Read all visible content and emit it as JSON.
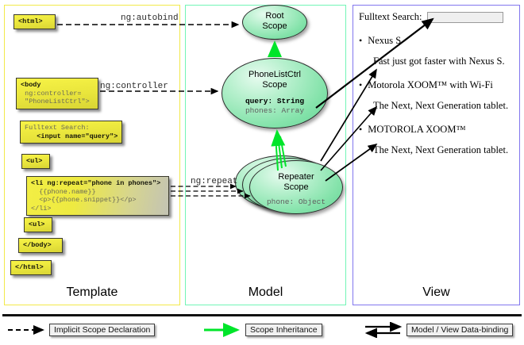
{
  "columns": [
    {
      "id": "template",
      "label": "Template",
      "accent": "#f2e94a"
    },
    {
      "id": "model",
      "label": "Model",
      "accent": "#72f5b6"
    },
    {
      "id": "view",
      "label": "View",
      "accent": "#8276ee"
    }
  ],
  "template": {
    "boxes": [
      {
        "name": "html-open-box",
        "head": "<html>",
        "rest": ""
      },
      {
        "name": "body-open-box",
        "head": "<body",
        "rest": "\n ng:controller=\n \"PhoneListCtrl\">"
      },
      {
        "name": "fulltext-search-box",
        "head": "",
        "rest": "Fulltext Search:",
        "bold2": "   <input name=\"query\">"
      },
      {
        "name": "ul-open-box",
        "head": "<ul>",
        "rest": ""
      },
      {
        "name": "li-repeat-box",
        "head": "<li ng:repeat=\"phone in phones\">",
        "rest": "\n  {{phone.name}}\n  <p>{{phone.snippet}}</p>\n</li>"
      },
      {
        "name": "ul-close-box",
        "head": "<ul>",
        "rest": ""
      },
      {
        "name": "body-close-box",
        "head": "</body>",
        "rest": ""
      },
      {
        "name": "html-close-box",
        "head": "</html>",
        "rest": ""
      }
    ]
  },
  "model": {
    "root_scope": {
      "title_line1": "Root",
      "title_line2": "Scope"
    },
    "phonelist_scope": {
      "title_line1": "PhoneListCtrl",
      "title_line2": "Scope",
      "prop_query": "query: String",
      "prop_phones": "phones: Array"
    },
    "repeater_scope": {
      "title_line1": "Repeater",
      "title_line2": "Scope",
      "prop_phone": "phone: Object"
    }
  },
  "edges": {
    "ng_autobind": "ng:autobind",
    "ng_controller": "ng:controller",
    "ng_repeat": "ng:repeat"
  },
  "view": {
    "search_label": "Fulltext Search:",
    "search_value": "",
    "search_placeholder": "",
    "phones": [
      {
        "name": "Nexus S",
        "snippet": "Fast just got faster with Nexus S."
      },
      {
        "name": "Motorola XOOM™  with Wi-Fi",
        "snippet": "The Next, Next Generation tablet."
      },
      {
        "name": "MOTOROLA XOOM™",
        "snippet": "The Next, Next Generation tablet."
      }
    ],
    "bullet": "•"
  },
  "legend": [
    {
      "name": "legend-implicit-scope-declaration",
      "label": "Implicit Scope Declaration",
      "style": "dashed-arrow",
      "color": "#000000"
    },
    {
      "name": "legend-scope-inheritance",
      "label": "Scope Inheritance",
      "style": "solid-arrow",
      "color": "#00e52a"
    },
    {
      "name": "legend-model-view-data-binding",
      "label": "Model / View Data-binding",
      "style": "double-arrow",
      "color": "#000000"
    }
  ]
}
